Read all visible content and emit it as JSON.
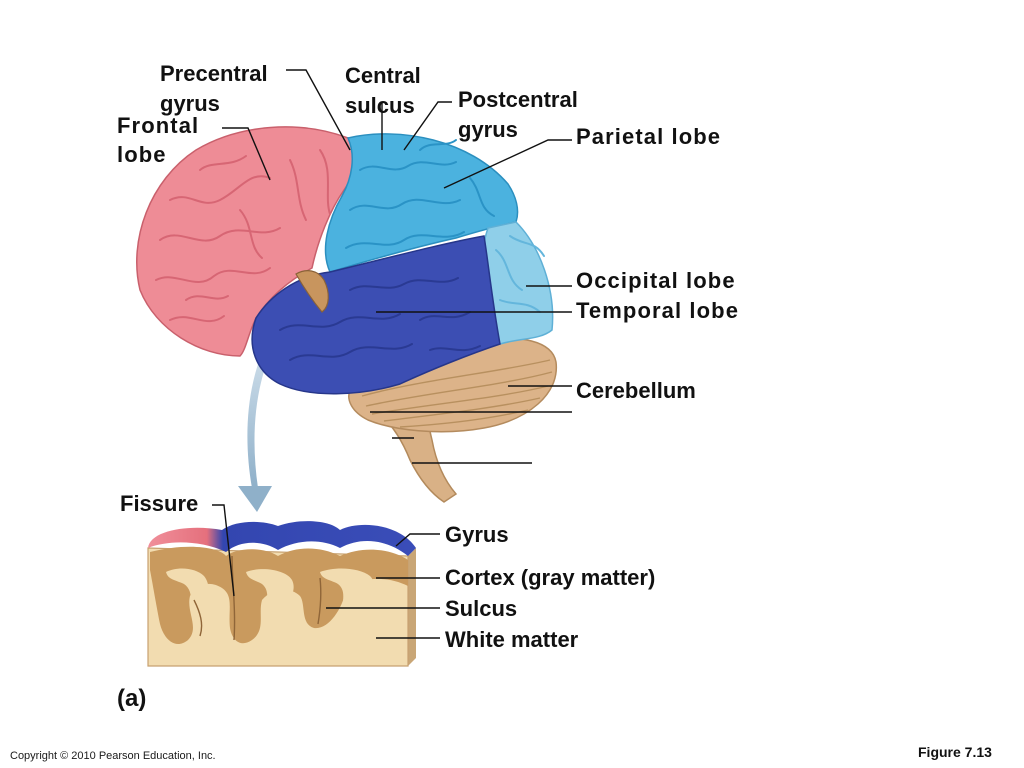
{
  "labels": {
    "precentral_gyrus": [
      "Precentral",
      "gyrus"
    ],
    "central_sulcus": [
      "Central",
      "sulcus"
    ],
    "postcentral_gyrus": [
      "Postcentral",
      "gyrus"
    ],
    "frontal_lobe": [
      "Frontal",
      "lobe"
    ],
    "parietal_lobe": "Parietal lobe",
    "occipital_lobe": "Occipital lobe",
    "temporal_lobe": "Temporal lobe",
    "cerebellum": "Cerebellum",
    "fissure": "Fissure",
    "gyrus": "Gyrus",
    "cortex": "Cortex (gray matter)",
    "sulcus": "Sulcus",
    "white_matter": "White matter",
    "panel": "(a)"
  },
  "footer": {
    "copyright": "Copyright © 2010 Pearson Education, Inc.",
    "figure": "Figure 7.13"
  },
  "colors": {
    "frontal_lobe": "#ee8c96",
    "parietal_lobe": "#4bb2df",
    "occipital_lobe": "#8fcfe9",
    "temporal_lobe": "#3c4eb3",
    "cerebellum": "#dcb389",
    "brain_stem": "#d9b186",
    "white_matter": "#f2dcb0",
    "gray_matter": "#c99a5e",
    "arrow": "#a7c1d6"
  }
}
